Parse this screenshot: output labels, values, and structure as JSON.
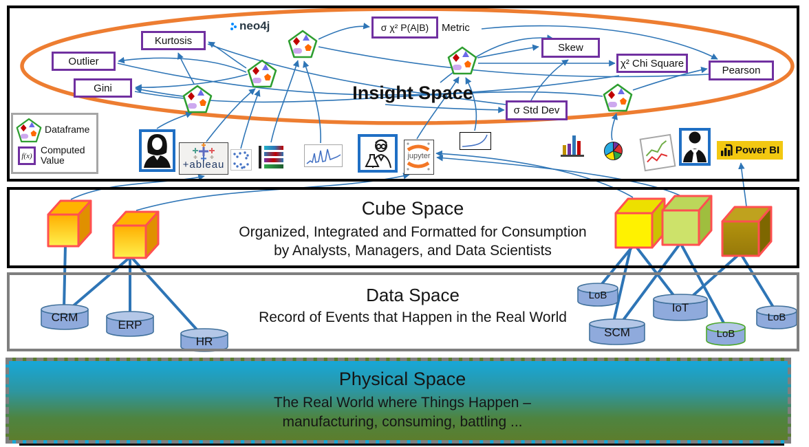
{
  "insight": {
    "title": "Insight Space",
    "neo4j": "neo4j",
    "metric": "Metric",
    "nodes": {
      "outlier": "Outlier",
      "kurtosis": "Kurtosis",
      "gini": "Gini",
      "prob": "σ χ² P(A|B)",
      "skew": "Skew",
      "chi_square": "χ² Chi Square",
      "pearson": "Pearson",
      "std_dev": "σ  Std Dev"
    },
    "legend": {
      "dataframe": "Dataframe",
      "fx": "f(x)",
      "computed_value": "Computed Value"
    },
    "tools": {
      "tableau": "+ableau",
      "jupyter": "jupyter",
      "power_bi": "Power BI"
    }
  },
  "cube_space": {
    "title": "Cube Space",
    "subtitle_line1": "Organized, Integrated and Formatted for Consumption",
    "subtitle_line2": "by Analysts, Managers, and Data Scientists"
  },
  "data_space": {
    "title": "Data Space",
    "subtitle": "Record of Events that Happen in the Real World",
    "databases": [
      "CRM",
      "ERP",
      "HR",
      "LoB",
      "SCM",
      "IoT",
      "LoB",
      "LoB"
    ]
  },
  "physical_space": {
    "title": "Physical Space",
    "subtitle_line1": "The Real World where Things Happen –",
    "subtitle_line2": "manufacturing, consuming, battling ..."
  },
  "colors": {
    "ellipse": "#ED7D31",
    "node_border": "#7030A0",
    "connector": "#2E75B6",
    "pentagon_border": "#2E9E30",
    "cube_border": "#FF5050",
    "cylinder_fill": "#8FAADC",
    "power_bi_bg": "#F2C811"
  }
}
